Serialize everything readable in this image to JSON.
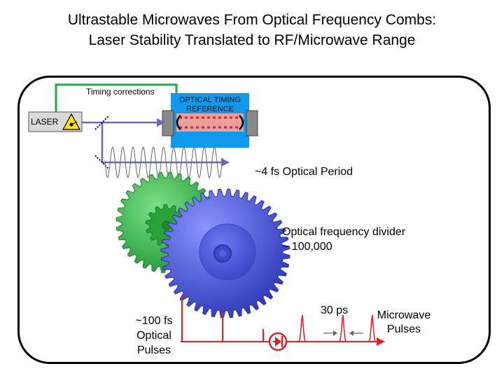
{
  "title": {
    "line1": "Ultrastable Microwaves From Optical Frequency Combs:",
    "line2": "Laser Stability Translated to RF/Microwave Range"
  },
  "labels": {
    "timing_corrections": "Timing corrections",
    "optical_timing_reference": "OPTICAL TIMING REFERENCE",
    "laser": "LASER",
    "optical_period": "~4 fs Optical Period",
    "divider_line1": "Optical frequency divider",
    "divider_line2": "~ 100,000",
    "optical_pulses_line1": "~100 fs",
    "optical_pulses_line2": "Optical",
    "optical_pulses_line3": "Pulses",
    "pulse_spacing": "30 ps",
    "microwave_line1": "Microwave",
    "microwave_line2": "Pulses"
  },
  "colors": {
    "feedback_line": "#22aa44",
    "beam_path": "#6a6ab8",
    "reference_box": "#1199ee",
    "green_gear": "#33bb44",
    "blue_gear": "#4a55dd",
    "pulse_lines": "#dd2222",
    "frame": "#000000"
  },
  "icons": [
    "laser-hazard-icon",
    "photodiode-icon",
    "mirror-icon",
    "gear-icon"
  ]
}
